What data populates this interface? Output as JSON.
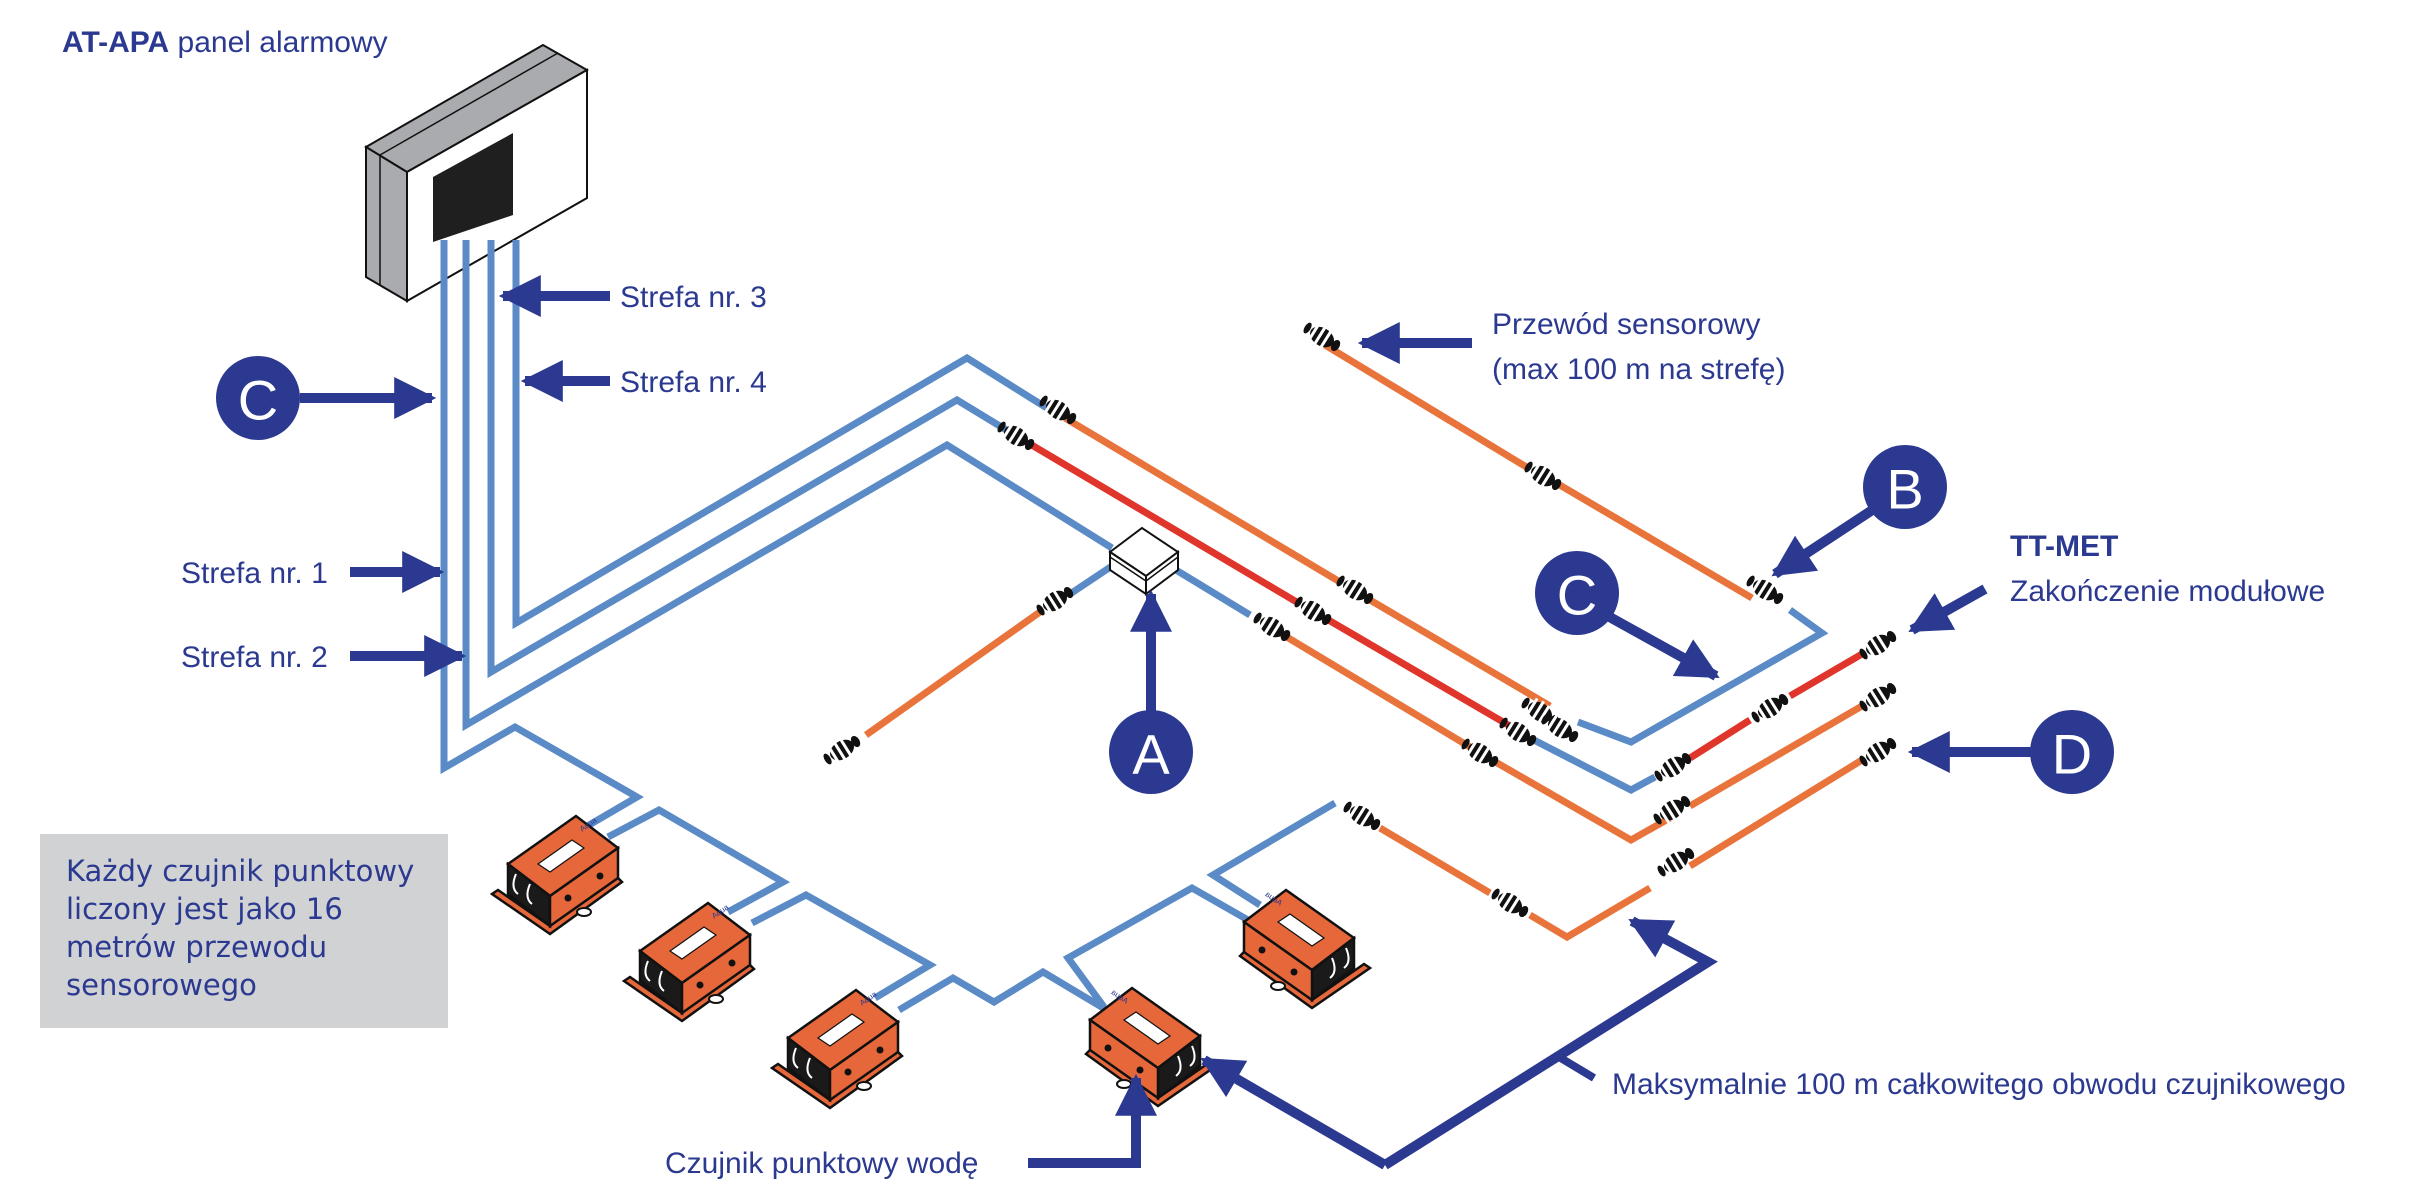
{
  "title": {
    "bold": "AT-APA",
    "rest": " panel alarmowy"
  },
  "zones": {
    "z1": "Strefa nr. 1",
    "z2": "Strefa nr. 2",
    "z3": "Strefa nr. 3",
    "z4": "Strefa nr. 4"
  },
  "sensor_cable": {
    "line1": "Przewód sensorowy",
    "line2": "(max 100 m na strefę)"
  },
  "termination": {
    "product": "TT-MET",
    "desc": "Zakończenie modułowe"
  },
  "badges": {
    "a": "A",
    "b": "B",
    "c_left": "C",
    "c_right": "C",
    "d": "D"
  },
  "note": "Każdy czujnik punktowy\nliczony jest jako 16\nmetrów przewodu\nsensorowego",
  "spot_sensor_label": "Czujnik punktowy wodę",
  "max_circuit_label": "Maksymalnie 100 m całkowitego obwodu czujnikowego",
  "colors": {
    "text_blue": "#2b3990",
    "cable_blue": "#5b8bc6",
    "cable_orange": "#e8743b",
    "cable_red": "#e0352b",
    "panel_gray": "#a9abae",
    "note_bg": "#d1d2d4",
    "module_orange": "#e5673a"
  }
}
